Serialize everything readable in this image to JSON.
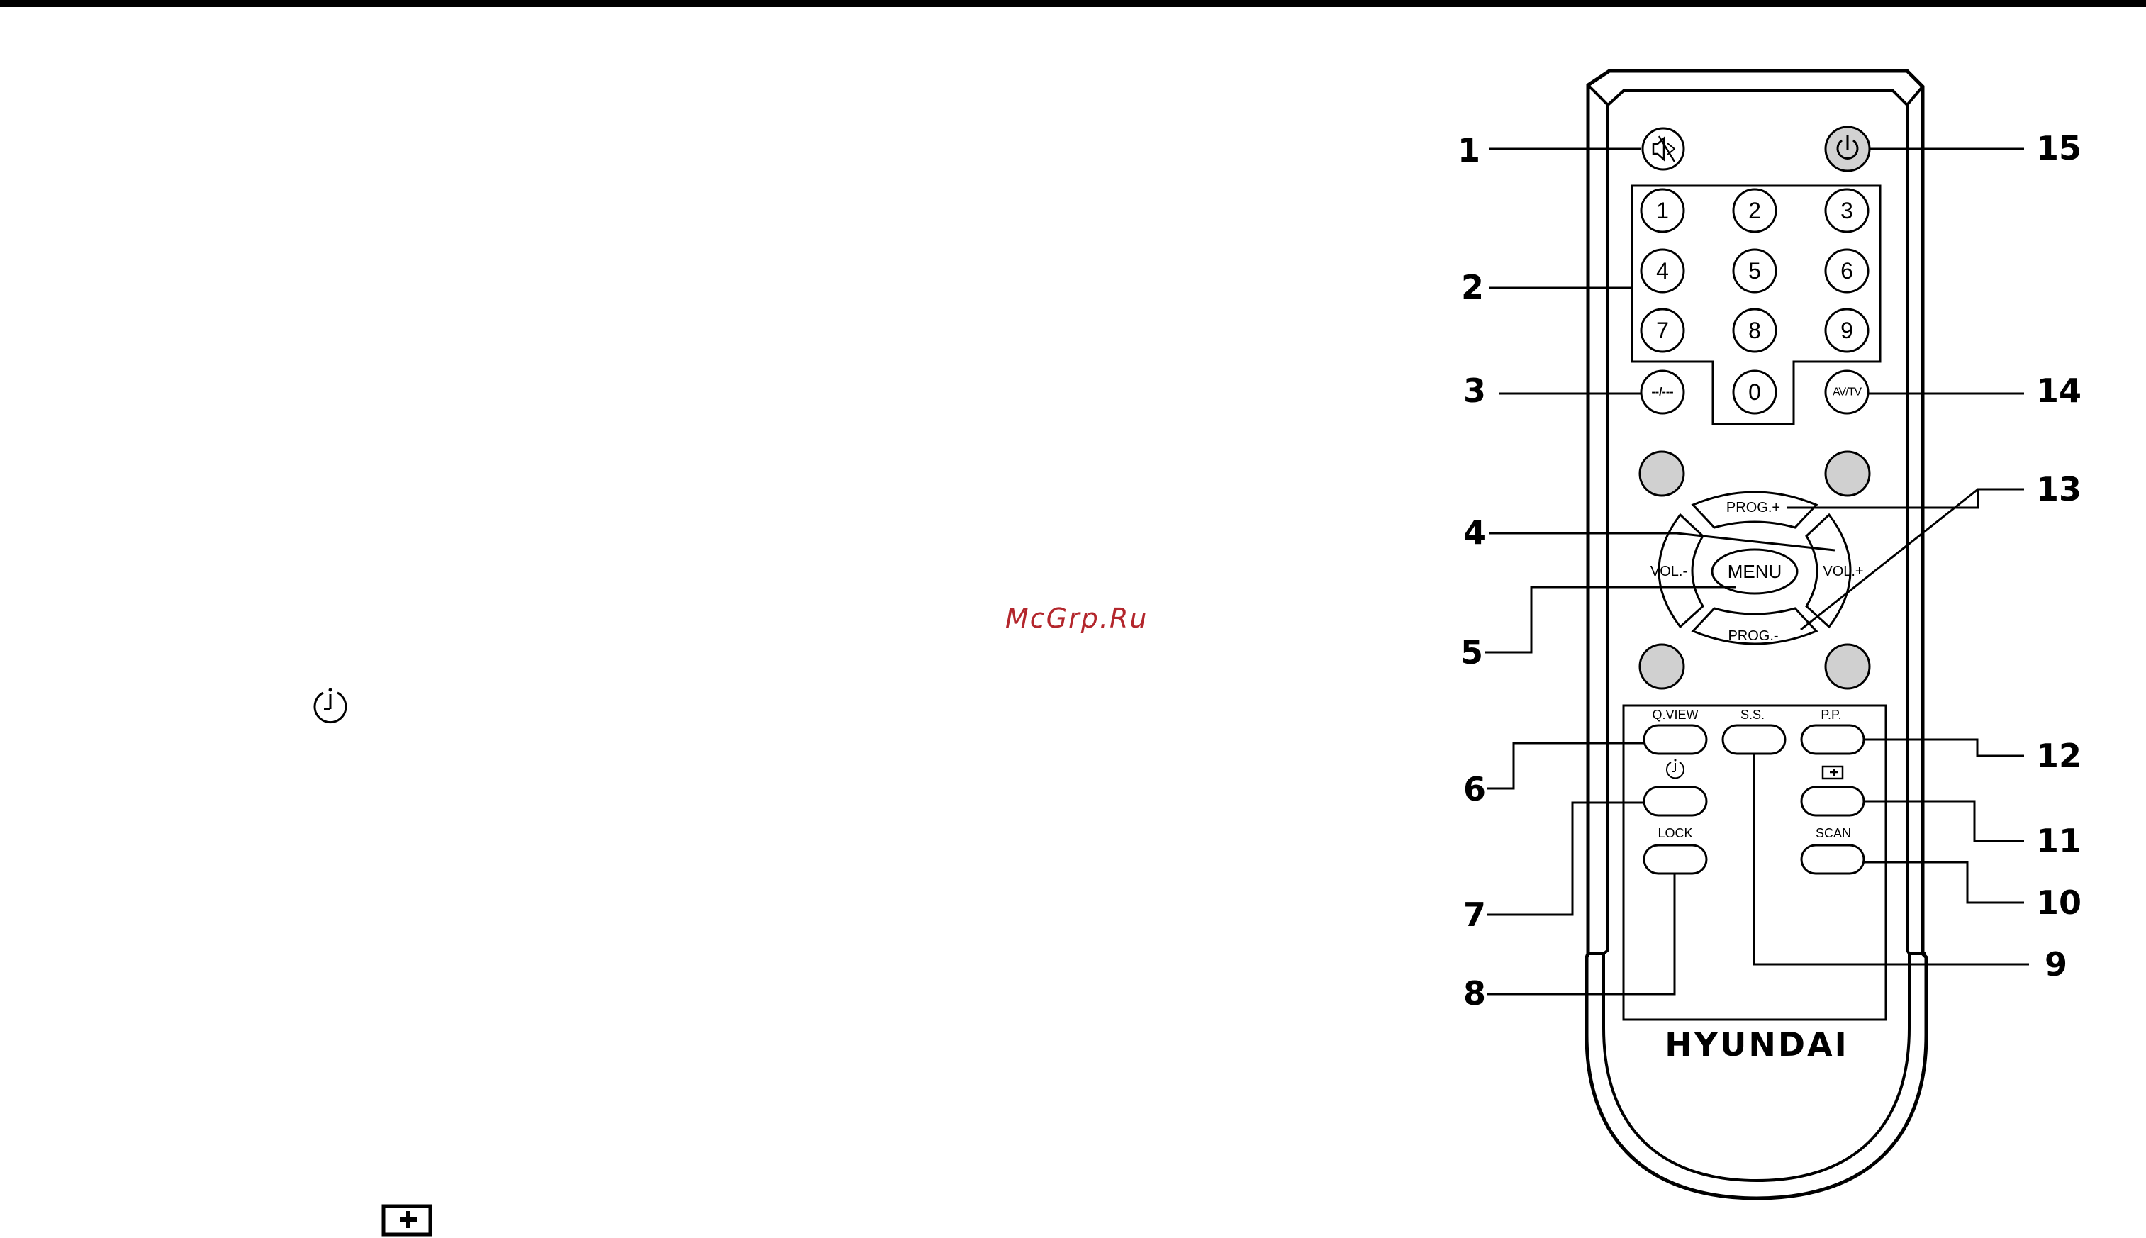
{
  "watermark": "McGrp.Ru",
  "remote": {
    "brand": "HYUNDAI",
    "digits": [
      "1",
      "2",
      "3",
      "4",
      "5",
      "6",
      "7",
      "8",
      "9",
      "0"
    ],
    "dash_button": "--/---",
    "avtv_button": "AV/TV",
    "prog_plus": "PROG.+",
    "prog_minus": "PROG.-",
    "vol_minus": "VOL.-",
    "vol_plus": "VOL.+",
    "menu": "MENU",
    "qview": "Q.VIEW",
    "ss": "S.S.",
    "pp": "P.P.",
    "lock": "LOCK",
    "scan": "SCAN"
  },
  "callouts": [
    "1",
    "2",
    "3",
    "4",
    "5",
    "6",
    "7",
    "8",
    "9",
    "10",
    "11",
    "12",
    "13",
    "14",
    "15"
  ],
  "icons": {
    "mute": "mute-icon",
    "power": "power-icon",
    "sleep_timer": "sleep-timer-icon",
    "subpage": "subpage-icon"
  }
}
